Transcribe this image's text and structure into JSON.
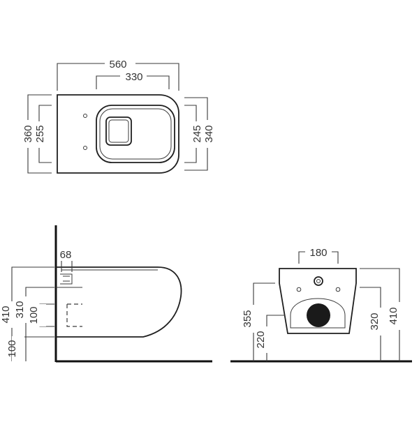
{
  "top_view": {
    "overall_length": "560",
    "seat_length": "330",
    "overall_width": "360",
    "inner_width": "255",
    "bowl_width_front": "245",
    "width_right": "340"
  },
  "side_view": {
    "fixing_offset": "68",
    "total_height": "410",
    "fixing_height": "310",
    "pipe_height": "100",
    "bottom_offset": "100"
  },
  "front_view": {
    "fixing_spacing": "180",
    "rim_height": "355",
    "outlet_height": "220",
    "outlet_right": "320",
    "total_height": "410"
  }
}
